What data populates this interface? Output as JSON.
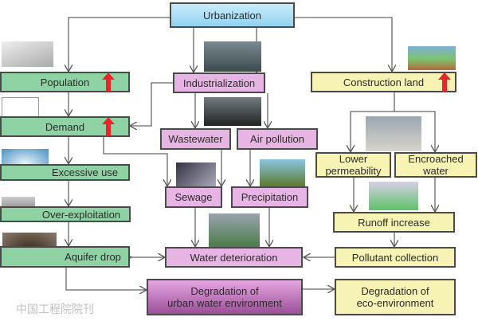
{
  "nodes": {
    "urbanization": "Urbanization",
    "population": "Population",
    "industrialization": "Industrialization",
    "construction_land": "Construction land",
    "demand": "Demand",
    "wastewater": "Wastewater",
    "air_pollution": "Air pollution",
    "lower_permeability_1": "Lower",
    "lower_permeability_2": "permeability",
    "encroached_water_1": "Encroached",
    "encroached_water_2": "water",
    "excessive_use": "Excessive use",
    "sewage": "Sewage",
    "precipitation": "Precipitation",
    "over_exploitation": "Over-exploitation",
    "runoff_increase": "Runoff increase",
    "aquifer_drop": "Aquifer drop",
    "water_deterioration": "Water deterioration",
    "pollutant_collection": "Pollutant collection",
    "degradation_urban_1": "Degradation of",
    "degradation_urban_2": "urban water environment",
    "degradation_eco_1": "Degradation of",
    "degradation_eco_2": "eco-environment"
  },
  "watermark": "中国工程院院刊",
  "colors": {
    "green": "#8fd3a5",
    "pink": "#e7b5e3",
    "yellow": "#f6f3b4",
    "blue": "#93d3f1",
    "purple": "#9b4f98",
    "increase_arrow": "#e8262a"
  }
}
